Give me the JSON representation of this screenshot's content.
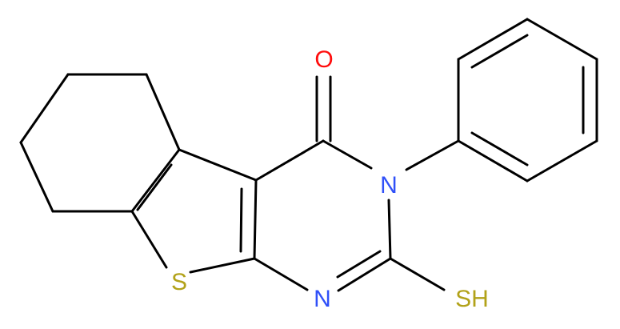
{
  "molecule": {
    "atoms": {
      "oxygen": {
        "label": "O",
        "color": "#ff0d0d"
      },
      "nitrogen_3": {
        "label": "N",
        "color": "#3050f8"
      },
      "nitrogen_1": {
        "label": "N",
        "color": "#3050f8"
      },
      "sulfur_ring": {
        "label": "S",
        "color": "#b2a219"
      },
      "thiol": {
        "label": "SH",
        "color": "#b2a219"
      }
    },
    "bond_color": "#000000"
  }
}
